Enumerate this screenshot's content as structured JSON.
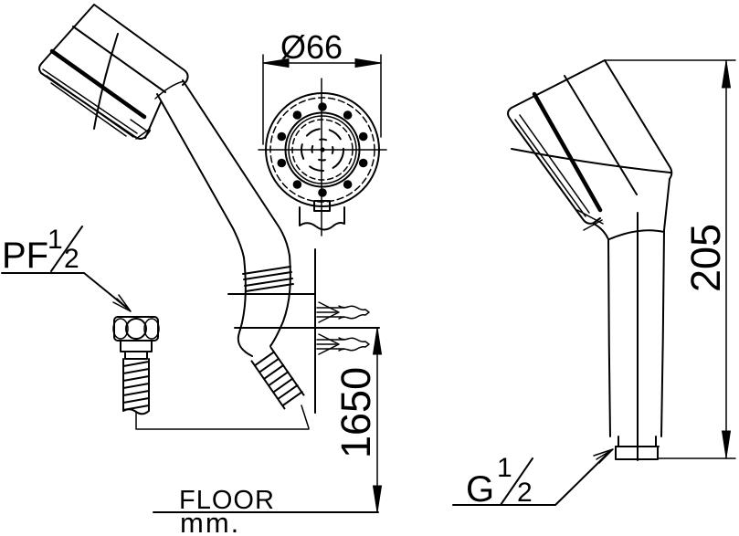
{
  "colors": {
    "background": "#ffffff",
    "line": "#000000",
    "text": "#000000"
  },
  "dimensions": {
    "head_diameter": {
      "label": "Ø66",
      "value": 66
    },
    "overall_height": {
      "label": "205",
      "value": 205
    },
    "mounting_height": {
      "label": "1650",
      "value": 1650
    }
  },
  "labels": {
    "inlet_thread": {
      "prefix": "PF",
      "numerator": "1",
      "denominator": "2"
    },
    "outlet_thread": {
      "prefix": "G",
      "numerator": "1",
      "denominator": "2"
    },
    "floor": "FLOOR",
    "units": "mm."
  }
}
